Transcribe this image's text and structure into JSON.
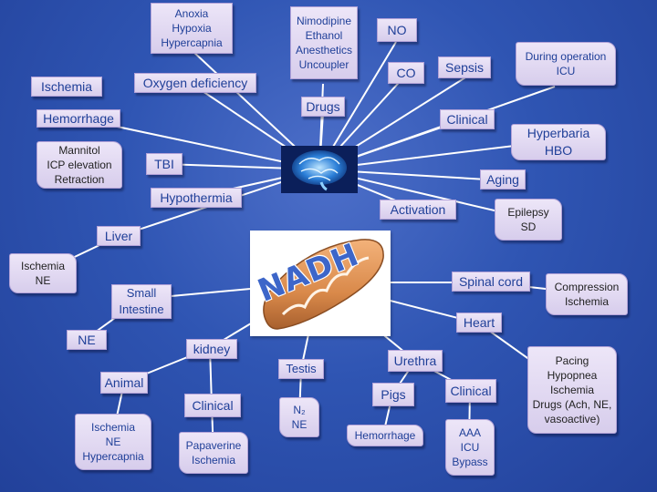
{
  "colors": {
    "background": "#2f55b3",
    "box_fill": "#e4dcf4",
    "box_text": "#1f3f98",
    "connector": "#ffffff",
    "nadh_text": "#3d66c9",
    "mitochondrion_body": "#d9894a"
  },
  "hub": {
    "icon": "brain-icon"
  },
  "center_image": {
    "icon": "mitochondrion-icon",
    "label": "NADH"
  },
  "nodes": {
    "anoxia_group": "Anoxia\nHypoxia\nHypercapnia",
    "drug_list": "Nimodipine\nEthanol\nAnesthetics\nUncoupler",
    "no": "NO",
    "ischemia": "Ischemia",
    "oxygen_deficiency": "Oxygen deficiency",
    "co": "CO",
    "sepsis": "Sepsis",
    "during_operation": "During operation\nICU",
    "drugs": "Drugs",
    "hemorrhage": "Hemorrhage",
    "clinical_top": "Clinical",
    "hyperbaria": "Hyperbaria\nHBO",
    "mannitol": "Mannitol\nICP elevation\nRetraction",
    "tbi": "TBI",
    "aging": "Aging",
    "hypothermia": "Hypothermia",
    "activation": "Activation",
    "epilepsy": "Epilepsy\nSD",
    "liver": "Liver",
    "ischemia_ne": "Ischemia\nNE",
    "spinal_cord": "Spinal cord",
    "compression": "Compression\nIschemia",
    "small_intestine": "Small\nIntestine",
    "heart": "Heart",
    "ne": "NE",
    "kidney": "kidney",
    "pacing": "Pacing\nHypopnea\nIschemia\nDrugs (Ach, NE,\nvasoactive)",
    "urethra": "Urethra",
    "testis": "Testis",
    "animal": "Animal",
    "pigs": "Pigs",
    "clinical_urethra": "Clinical",
    "clinical_kidney": "Clinical",
    "n2_ne": "N₂\nNE",
    "hemorrhage_pigs": "Hemorrhage",
    "ischemia_ne_hypercapnia": "Ischemia\nNE\nHypercapnia",
    "papaverine": "Papaverine\nIschemia",
    "aaa": "AAA\nICU\nBypass"
  }
}
